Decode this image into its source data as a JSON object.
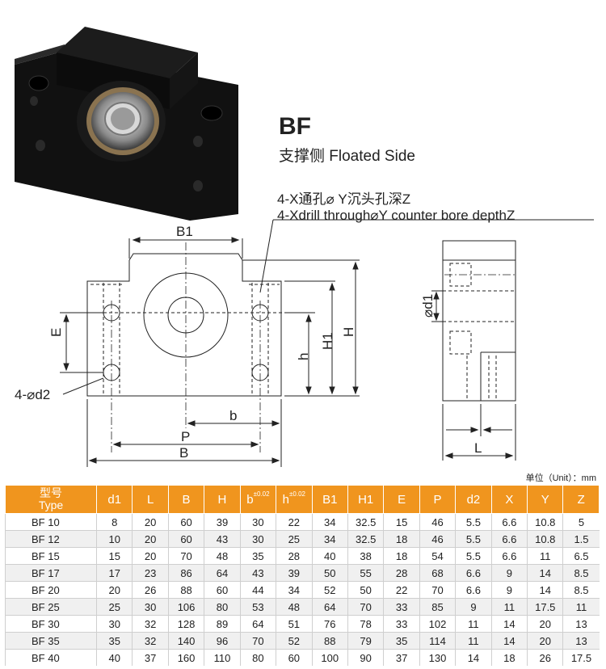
{
  "product": {
    "title": "BF",
    "subtitle": "支撑侧 Floated Side",
    "note_cn": "4-X通孔⌀ Y沉头孔深Z",
    "note_en": "4-Xdrill through⌀Y counter bore depthZ"
  },
  "drawing_labels": {
    "B1": "B1",
    "E": "E",
    "d2": "4-⌀d2",
    "h": "h",
    "H1": "H1",
    "H": "H",
    "b": "b",
    "P": "P",
    "B": "B",
    "d1": "⌀d1",
    "L": "L"
  },
  "unit_label": "单位（Unit）：mm",
  "table": {
    "headers": {
      "type_cn": "型号",
      "type_en": "Type",
      "d1": "d1",
      "L": "L",
      "B": "B",
      "H": "H",
      "b": "b",
      "b_tol": "±0.02",
      "h": "h",
      "h_tol": "±0.02",
      "B1": "B1",
      "H1": "H1",
      "E": "E",
      "P": "P",
      "d2": "d2",
      "X": "X",
      "Y": "Y",
      "Z": "Z"
    },
    "rows": [
      {
        "type": "BF  10",
        "d1": "8",
        "L": "20",
        "B": "60",
        "H": "39",
        "b": "30",
        "h": "22",
        "B1": "34",
        "H1": "32.5",
        "E": "15",
        "P": "46",
        "d2": "5.5",
        "X": "6.6",
        "Y": "10.8",
        "Z": "5"
      },
      {
        "type": "BF  12",
        "d1": "10",
        "L": "20",
        "B": "60",
        "H": "43",
        "b": "30",
        "h": "25",
        "B1": "34",
        "H1": "32.5",
        "E": "18",
        "P": "46",
        "d2": "5.5",
        "X": "6.6",
        "Y": "10.8",
        "Z": "1.5"
      },
      {
        "type": "BF  15",
        "d1": "15",
        "L": "20",
        "B": "70",
        "H": "48",
        "b": "35",
        "h": "28",
        "B1": "40",
        "H1": "38",
        "E": "18",
        "P": "54",
        "d2": "5.5",
        "X": "6.6",
        "Y": "11",
        "Z": "6.5"
      },
      {
        "type": "BF  17",
        "d1": "17",
        "L": "23",
        "B": "86",
        "H": "64",
        "b": "43",
        "h": "39",
        "B1": "50",
        "H1": "55",
        "E": "28",
        "P": "68",
        "d2": "6.6",
        "X": "9",
        "Y": "14",
        "Z": "8.5"
      },
      {
        "type": "BF  20",
        "d1": "20",
        "L": "26",
        "B": "88",
        "H": "60",
        "b": "44",
        "h": "34",
        "B1": "52",
        "H1": "50",
        "E": "22",
        "P": "70",
        "d2": "6.6",
        "X": "9",
        "Y": "14",
        "Z": "8.5"
      },
      {
        "type": "BF  25",
        "d1": "25",
        "L": "30",
        "B": "106",
        "H": "80",
        "b": "53",
        "h": "48",
        "B1": "64",
        "H1": "70",
        "E": "33",
        "P": "85",
        "d2": "9",
        "X": "11",
        "Y": "17.5",
        "Z": "11"
      },
      {
        "type": "BF  30",
        "d1": "30",
        "L": "32",
        "B": "128",
        "H": "89",
        "b": "64",
        "h": "51",
        "B1": "76",
        "H1": "78",
        "E": "33",
        "P": "102",
        "d2": "11",
        "X": "14",
        "Y": "20",
        "Z": "13"
      },
      {
        "type": "BF  35",
        "d1": "35",
        "L": "32",
        "B": "140",
        "H": "96",
        "b": "70",
        "h": "52",
        "B1": "88",
        "H1": "79",
        "E": "35",
        "P": "114",
        "d2": "11",
        "X": "14",
        "Y": "20",
        "Z": "13"
      },
      {
        "type": "BF  40",
        "d1": "40",
        "L": "37",
        "B": "160",
        "H": "110",
        "b": "80",
        "h": "60",
        "B1": "100",
        "H1": "90",
        "E": "37",
        "P": "130",
        "d2": "14",
        "X": "18",
        "Y": "26",
        "Z": "17.5"
      }
    ]
  }
}
